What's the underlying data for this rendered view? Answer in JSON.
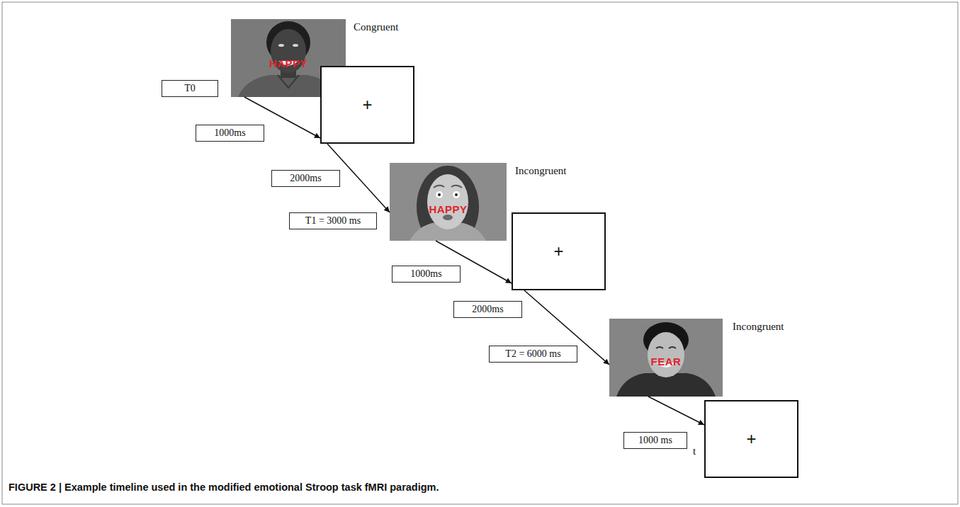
{
  "diagram": {
    "caption": "FIGURE 2 | Example timeline used in the modified emotional Stroop task fMRI paradigm.",
    "nodes": [
      {
        "text": [
          "HAPPY"
        ]
      },
      {
        "text": [
          "T0"
        ]
      },
      {
        "text": [
          "+"
        ]
      },
      {
        "text": [
          "1000ms"
        ]
      },
      {
        "text": [
          "2000ms"
        ]
      },
      {
        "text": [
          "T1 = 3000 ms"
        ]
      },
      {
        "text": [
          "HAPPY"
        ]
      },
      {
        "text": [
          "+"
        ]
      },
      {
        "text": [
          "1000ms"
        ]
      },
      {
        "text": [
          "2000ms"
        ]
      },
      {
        "text": [
          "T2 = 6000 ms"
        ]
      },
      {
        "text": [
          "FEAR"
        ]
      },
      {
        "text": [
          "+"
        ]
      },
      {
        "text": [
          "1000 ms"
        ]
      }
    ],
    "edges": [
      {
        "from": 0,
        "to": 2,
        "arrow": "to"
      },
      {
        "from": 2,
        "to": 6,
        "arrow": "to"
      },
      {
        "from": 6,
        "to": 7,
        "arrow": "to"
      },
      {
        "from": 7,
        "to": 11,
        "arrow": "to"
      },
      {
        "from": 11,
        "to": 12,
        "arrow": "to"
      }
    ],
    "labels": [
      "Congruent",
      "Incongruent",
      "Incongruent",
      "t"
    ]
  }
}
